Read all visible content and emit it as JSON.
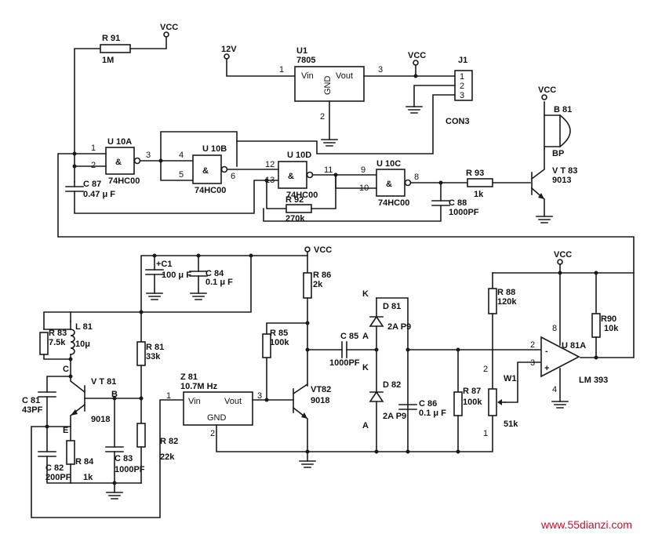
{
  "supply": {
    "vcc": "VCC",
    "v12": "12V"
  },
  "regulator": {
    "ref": "U1",
    "part": "7805",
    "vin": "Vin",
    "vout": "Vout",
    "gnd": "GND",
    "pin1": "1",
    "pin2": "2",
    "pin3": "3"
  },
  "connector": {
    "ref": "J1",
    "pins": [
      "1",
      "2",
      "3"
    ],
    "name": "CON3"
  },
  "gates": {
    "amp": "&",
    "u10a": {
      "ref": "U 10A",
      "part": "74HC00",
      "in1": "1",
      "in2": "2",
      "out": "3"
    },
    "u10b": {
      "ref": "U 10B",
      "part": "74HC00",
      "in1": "4",
      "in2": "5",
      "out": "6"
    },
    "u10d": {
      "ref": "U 10D",
      "part": "74HC00",
      "in1": "12",
      "in2": "13",
      "out": "11"
    },
    "u10c": {
      "ref": "U 10C",
      "part": "74HC00",
      "in1": "9",
      "in2": "10",
      "out": "8"
    }
  },
  "top_parts": {
    "r91": {
      "ref": "R 91",
      "value": "1M"
    },
    "c87": {
      "ref": "C 87",
      "value": "0.47 μ F"
    },
    "r92": {
      "ref": "R 92",
      "value": "270k"
    },
    "c88": {
      "ref": "C 88",
      "value": "1000PF"
    },
    "r93": {
      "ref": "R 93",
      "value": "1k"
    },
    "vt83": {
      "ref": "V T 83",
      "part": "9013"
    },
    "b81": {
      "ref": "B 81",
      "type": "BP"
    }
  },
  "bottom_parts": {
    "c1": {
      "ref": "+C1",
      "value": "100 μ F"
    },
    "c84": {
      "ref": "C 84",
      "value": "0.1 μ F"
    },
    "r86": {
      "ref": "R 86",
      "value": "2k"
    },
    "r83": {
      "ref": "R 83",
      "value": "7.5k"
    },
    "l81": {
      "ref": "L 81",
      "value": "10μ"
    },
    "r81": {
      "ref": "R 81",
      "value": "33k"
    },
    "vt81": {
      "ref": "V T 81",
      "part": "9018",
      "c": "C",
      "b": "B",
      "e": "E"
    },
    "c81": {
      "ref": "C 81",
      "value": "43PF"
    },
    "c82": {
      "ref": "C 82",
      "value": "200PF"
    },
    "r84": {
      "ref": "R 84",
      "value": "1k"
    },
    "c83": {
      "ref": "C 83",
      "value": "1000PF"
    },
    "r82": {
      "ref": "R 82",
      "value": "22k"
    },
    "z81": {
      "ref": "Z 81",
      "value": "10.7M Hz",
      "vin": "Vin",
      "vout": "Vout",
      "gnd": "GND",
      "pin1": "1",
      "pin2": "2",
      "pin3": "3"
    },
    "r85": {
      "ref": "R 85",
      "value": "100k"
    },
    "vt82": {
      "ref": "VT82",
      "part": "9018"
    },
    "c85": {
      "ref": "C 85",
      "value": "1000PF"
    },
    "d81": {
      "ref": "D 81",
      "part": "2A P9"
    },
    "d82": {
      "ref": "D 82",
      "part": "2A P9"
    },
    "diode_k": "K",
    "diode_a": "A",
    "c86": {
      "ref": "C 86",
      "value": "0.1 μ F"
    },
    "r87": {
      "ref": "R 87",
      "value": "100k"
    },
    "r88": {
      "ref": "R 88",
      "value": "120k"
    },
    "w1": {
      "ref": "W1",
      "value": "51k",
      "pin2": "2",
      "pin1": "1"
    },
    "r90": {
      "ref": "R90",
      "value": "10k"
    },
    "u81a": {
      "ref": "U 81A",
      "part": "LM 393",
      "in_minus": "-",
      "in_plus": "+",
      "pin2": "2",
      "pin3": "3",
      "pin8": "8",
      "pin4": "4"
    }
  },
  "watermark": "www.55dianzi.com"
}
